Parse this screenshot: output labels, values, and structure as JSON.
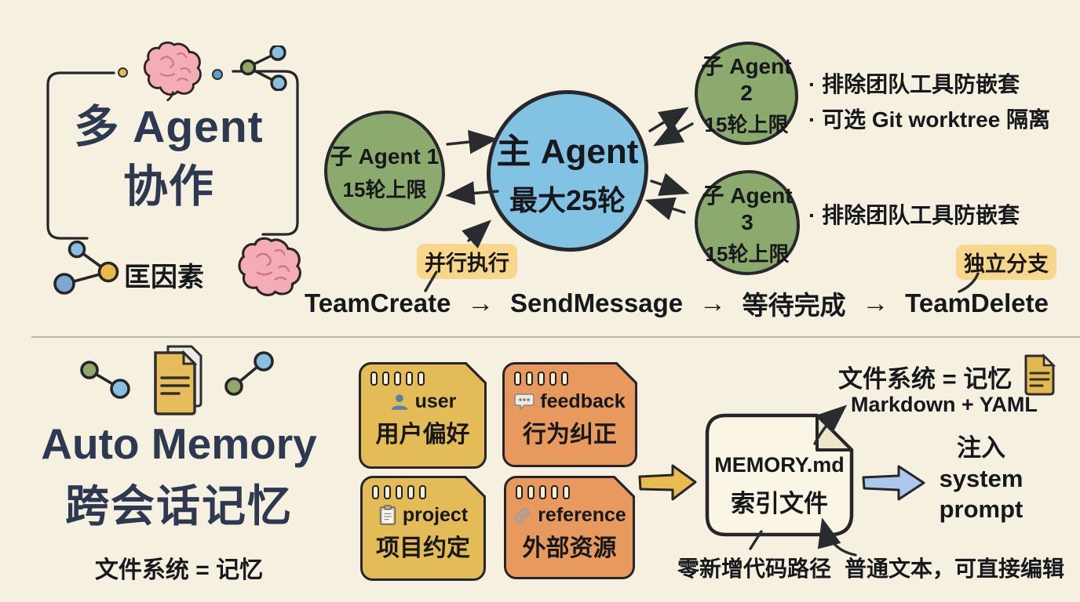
{
  "colors": {
    "background": "#f6f0e1",
    "title_navy": "#2d3950",
    "text_dark": "#17181c",
    "agent_green": "#8ca96e",
    "agent_blue": "#82c2e2",
    "highlight_yellow": "#f8d68c",
    "card_yellow": "#e3bc58",
    "card_orange": "#e8995e",
    "file_cream": "#faf5e4",
    "arrow_yellow": "#e9bc4f",
    "arrow_blue": "#abc8ec",
    "brain_pink": "#f4acb6",
    "node_green": "#8fa868",
    "node_blue": "#88bede",
    "node_yellow": "#ecb84e"
  },
  "top": {
    "badge": {
      "line1": "多 Agent",
      "line2": "协作",
      "caption": "匡因素"
    },
    "main_agent": {
      "name": "主 Agent",
      "limit": "最大25轮"
    },
    "sub_agent_1": {
      "name": "子 Agent 1",
      "limit": "15轮上限"
    },
    "sub_agent_2": {
      "name": "子 Agent 2",
      "limit": "15轮上限"
    },
    "sub_agent_3": {
      "name": "子 Agent 3",
      "limit": "15轮上限"
    },
    "bullets": [
      "· 排除团队工具防嵌套",
      "· 可选 Git worktree 隔离",
      "· 排除团队工具防嵌套"
    ],
    "parallel_label": "并行执行",
    "branch_label": "独立分支",
    "flow": {
      "step1": "TeamCreate",
      "step2": "SendMessage",
      "step3": "等待完成",
      "step4": "TeamDelete",
      "sep": "→"
    }
  },
  "bottom": {
    "title": {
      "line1": "Auto Memory",
      "line2": "跨会话记忆",
      "caption": "文件系统 = 记忆"
    },
    "cards": [
      {
        "icon": "user-icon",
        "en": "user",
        "zh": "用户偏好"
      },
      {
        "icon": "feedback-icon",
        "en": "feedback",
        "zh": "行为纠正"
      },
      {
        "icon": "project-icon",
        "en": "project",
        "zh": "项目约定"
      },
      {
        "icon": "reference-icon",
        "en": "reference",
        "zh": "外部资源"
      }
    ],
    "memory_file": {
      "name": "MEMORY.md",
      "desc": "索引文件"
    },
    "fs_equation": "文件系统 = 记忆",
    "format_note": "Markdown + YAML",
    "inject": {
      "line1": "注入",
      "line2": "system",
      "line3": "prompt"
    },
    "note_zero_code": "零新增代码路径",
    "note_plain_text": "普通文本，可直接编辑"
  }
}
